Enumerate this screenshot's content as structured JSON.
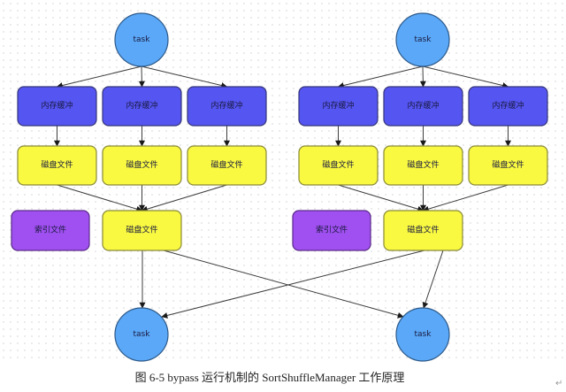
{
  "colors": {
    "task": "#5aa8f7",
    "task_border": "#2e5a8a",
    "buffer": "#5555f2",
    "buffer_border": "#35357a",
    "disk": "#f9f942",
    "disk_border": "#8a8a3a",
    "index": "#a050f0",
    "index_border": "#5a2a8a"
  },
  "labels": {
    "task": "task",
    "buffer": "内存缓冲",
    "disk": "磁盘文件",
    "index": "索引文件"
  },
  "groups": [
    {
      "name": "left",
      "source_task": "task",
      "buffers": [
        "内存缓冲",
        "内存缓冲",
        "内存缓冲"
      ],
      "disk_files": [
        "磁盘文件",
        "磁盘文件",
        "磁盘文件"
      ],
      "merged_disk_file": "磁盘文件",
      "index_file": "索引文件"
    },
    {
      "name": "right",
      "source_task": "task",
      "buffers": [
        "内存缓冲",
        "内存缓冲",
        "内存缓冲"
      ],
      "disk_files": [
        "磁盘文件",
        "磁盘文件",
        "磁盘文件"
      ],
      "merged_disk_file": "磁盘文件",
      "index_file": "索引文件"
    }
  ],
  "downstream_tasks": [
    "task",
    "task"
  ],
  "caption": "图 6-5 bypass 运行机制的 SortShuffleManager 工作原理",
  "paragraph_mark": "↵"
}
